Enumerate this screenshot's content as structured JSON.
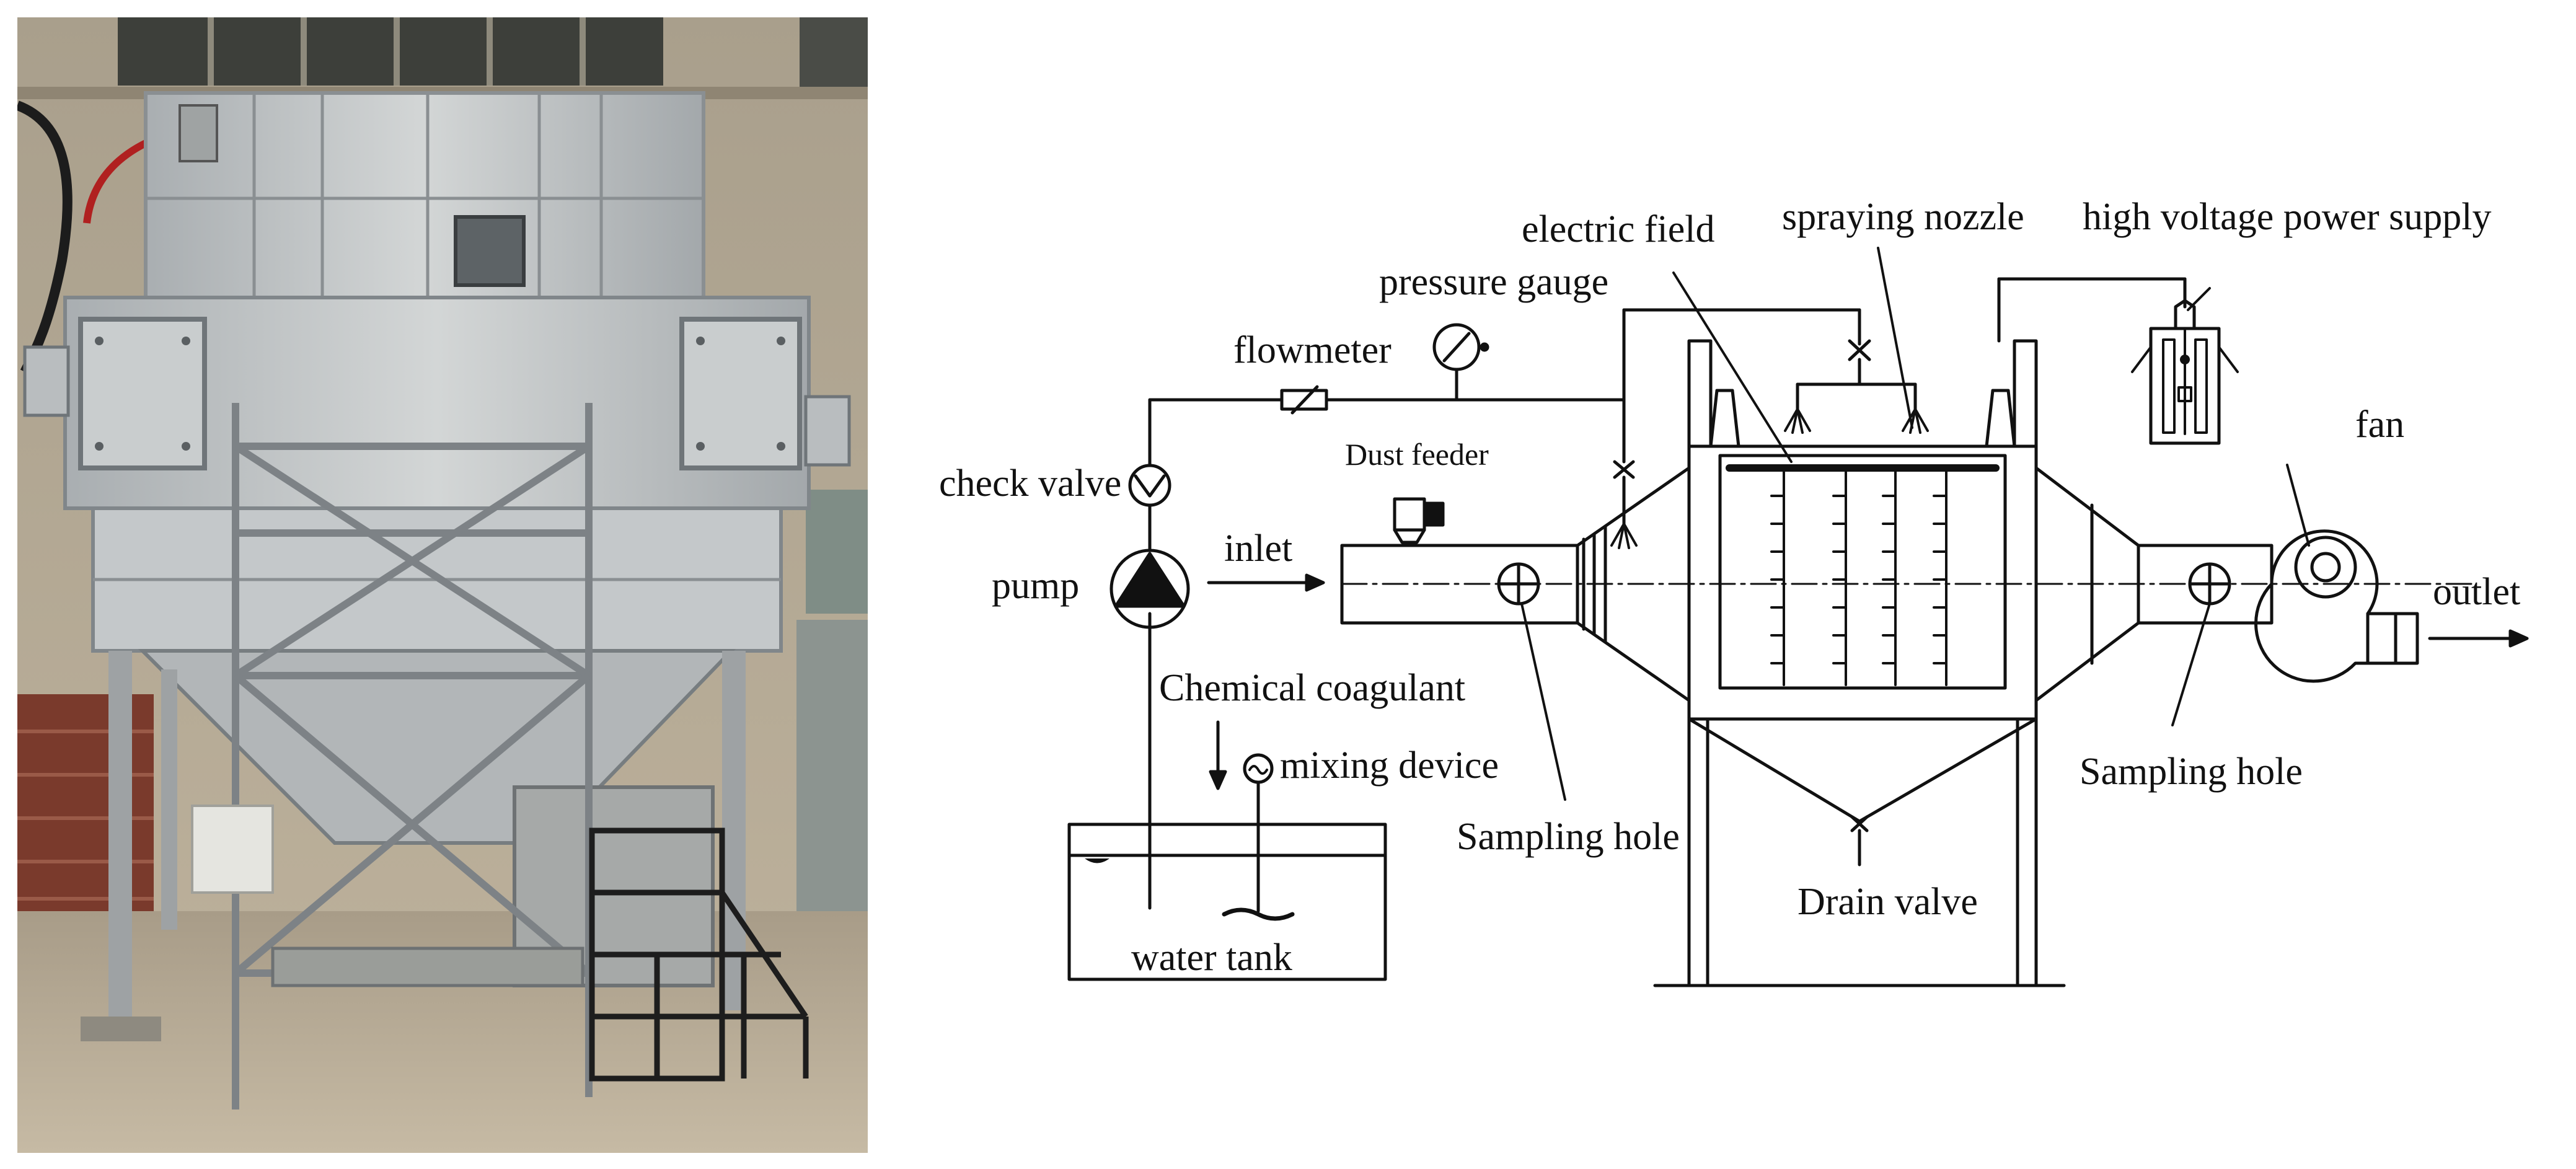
{
  "photo": {
    "depicts": "photograph of the wet electrostatic precipitator test rig"
  },
  "labels": {
    "electric_field": "electric field",
    "spraying_nozzle": "spraying nozzle",
    "high_voltage_power_supply": "high voltage power supply",
    "pressure_gauge": "pressure gauge",
    "flowmeter": "flowmeter",
    "dust_feeder": "Dust feeder",
    "check_valve": "check valve",
    "fan": "fan",
    "pump": "pump",
    "inlet": "inlet",
    "outlet": "outlet",
    "chemical_coagulant": "Chemical coagulant",
    "mixing_device": "mixing device",
    "sampling_hole_left": "Sampling hole",
    "sampling_hole_right": "Sampling hole",
    "drain_valve": "Drain valve",
    "water_tank": "water tank"
  },
  "colors": {
    "line": "#111111",
    "background": "#ffffff",
    "photo_wall": "#b4a894",
    "photo_steel": "#c8ccce",
    "photo_floor": "#b9ad98",
    "photo_brick": "#7a3a2c"
  }
}
